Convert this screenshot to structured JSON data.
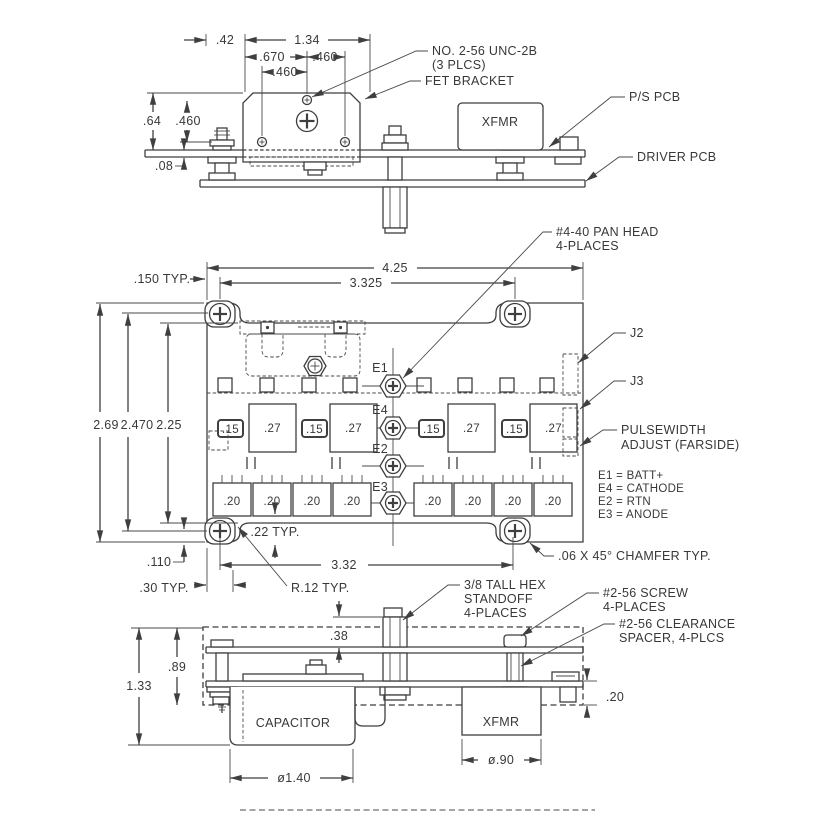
{
  "title": "PCB assembly engineering drawing",
  "colors": {
    "ink": "#3f3f3f",
    "bg": "#ffffff"
  },
  "top": {
    "d_42": ".42",
    "d_134": "1.34",
    "d_670": ".670",
    "d_460r": ".460",
    "d_460m": ".460",
    "d_64": ".64",
    "d_460l": ".460",
    "d_08": ".08",
    "note_unc_1": "NO. 2-56 UNC-2B",
    "note_unc_2": "(3 PLCS)",
    "lbl_fet": "FET BRACKET",
    "lbl_ps": "P/S PCB",
    "lbl_xfmr": "XFMR",
    "lbl_driver": "DRIVER PCB"
  },
  "plan": {
    "d_425": "4.25",
    "d_3325": "3.325",
    "d_150": ".150 TYP.",
    "d_269": "2.69",
    "d_2470": "2.470",
    "d_225": "2.25",
    "d_110": ".110",
    "d_22": ".22 TYP.",
    "d_332": "3.32",
    "d_30": ".30 TYP.",
    "d_r12": "R.12 TYP.",
    "note_chamfer": ".06 X 45° CHAMFER TYP.",
    "note_pan_1": "#4-40 PAN HEAD",
    "note_pan_2": "4-PLACES",
    "lbl_j2": "J2",
    "lbl_j3": "J3",
    "note_pw_1": "PULSEWIDTH",
    "note_pw_2": "ADJUST (FARSIDE)",
    "terminals": [
      "E1",
      "E4",
      "E2",
      "E3"
    ],
    "legend": [
      "E1 = BATT+",
      "E4 = CATHODE",
      "E2 = RTN",
      "E3 = ANODE"
    ],
    "mid_values": [
      ".15",
      ".27",
      ".15",
      ".27",
      ".15",
      ".27",
      ".15",
      ".27"
    ],
    "bot_values": [
      ".20",
      ".20",
      ".20",
      ".20",
      ".20",
      ".20",
      ".20",
      ".20"
    ]
  },
  "bottom": {
    "d_133": "1.33",
    "d_89": ".89",
    "d_38": ".38",
    "d_20": ".20",
    "d_dia140": "ø1.40",
    "d_dia90": "ø.90",
    "note_hex_1": "3/8 TALL HEX",
    "note_hex_2": "STANDOFF",
    "note_hex_3": "4-PLACES",
    "note_screw_1": "#2-56 SCREW",
    "note_screw_2": "4-PLACES",
    "note_spacer_1": "#2-56 CLEARANCE",
    "note_spacer_2": "SPACER, 4-PLCS",
    "lbl_cap": "CAPACITOR",
    "lbl_xfmr": "XFMR"
  }
}
